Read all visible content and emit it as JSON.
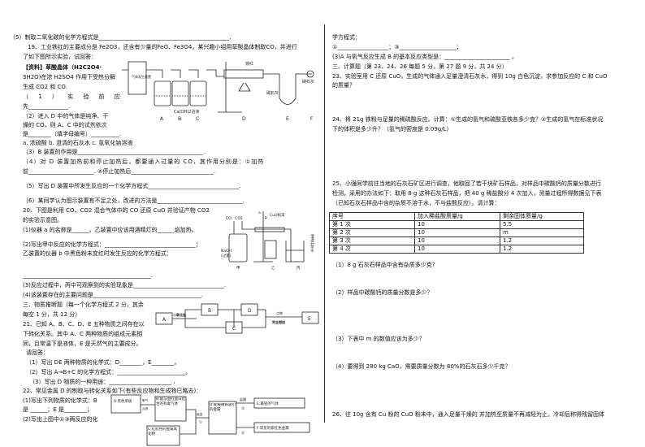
{
  "left": {
    "q18_5": "（5）制取二氧化碳的化学方程式是______________________________________________.",
    "q19": "19、工业铁红的主要成分是 Fe2O3，还含有少量的FeO、Fe3O4，某兴趣小组用草酸晶体制取CO，并进行",
    "q19b": "了如下图所示实验，试回答：",
    "info1": "【资料】草酸晶体（H2C2O4·",
    "info2": "3H2O)在浓 H2SO4 作用下受热分解",
    "info3": "生成 CO2 和 CO.",
    "p1a": "（ 1 ） 实 验 前 应",
    "p1b": "先______________.",
    "p2a": "（2）进入 D 中的气体是纯净、干",
    "p2b": "燥的 CO，则 A、C 中的试剂依次",
    "p2c": "是________（填字母编号）__________.",
    "p2d": "a. 浓硫酸    b. 澄清的石灰水    c. 氢氧化钠溶液",
    "p3": "（3）B 装置的作用是____________________________________________ .",
    "p4a": "（4）对 D 装置加热前和停止加热后，都要通入过量的 CO，其作用分别是：①加热",
    "p4b": "前_______________________. ②停止加热后_____________________________.",
    "p5": "（5）写出 D 装置中所发生反应的一个化学方程式________________________________.",
    "p6": "（6）某同学认为图示装置有不足之处，改进的方法是______________________________.",
    "q20a": "20、下图是利用 CO、CO2 混合气体中的 CO 还原 CuO 并验证产物 CO2",
    "q20b": "的实验示意图。",
    "q20_1": "(1)仪器 a 的名称是______。乙装置中应该用酒精灯的______焰加热。",
    "q20_2": "(2)写出甲中反应的化学方程式：________________________________；",
    "q20_2b": "乙装置的仪器 b 中黑色粉末变红时发生反应的化学方程式：",
    "q20_2c": "_____________________________________________.",
    "q20_3": "(3)反应过程中，丙中可观察到的实验现象是________________________________.",
    "q20_4": "(4)该装置存在的主要问题是______________________________________.",
    "sec3a": "三、物质推断题（每一个化学方程式 2 分，其余",
    "sec3b": "每空 1 分，共 12 分）",
    "q21a": "21、已知 A、B、C、D、E 五种物质之间存在以",
    "q21b": "下转化关系。其中 A、C 两种物质的组成元素相",
    "q21c": "同，且常温下是液体，E 是天然气的主要成分。",
    "q21d": "请回答：",
    "q21_1": "（1）写出 DE 两种物质的化学式：D________，E________。",
    "q21_2": "（2）写出 A→B+C 的化学方程式：________________________。",
    "q21_3": "（3）写出 D 物质的一种用途：______________________ .",
    "q22": "22、常见金属 D 的制取与转化关系如下(有些反应物和生成物已略去)：",
    "q22_1": "(1)写出下列物质的化学式：B",
    "q22_1b": "是 ______；E 是________；",
    "q22_2": "(2)写出上图中①③两反应的化"
  },
  "diagram19": {
    "box": "气体发生装置",
    "iron_red": "铁红",
    "limewater": "Ca(OH)2溶液",
    "soda_lime1": "碱石灰",
    "soda_lime2": "碱石灰",
    "labels": [
      "A",
      "B",
      "C",
      "D",
      "E",
      "F"
    ]
  },
  "diagram20": {
    "gas": "CO、CO2",
    "a": "a",
    "b": "b",
    "cuo": "CuO粉末",
    "naoh": "NaOH",
    "excess": "(过量)",
    "lime": "澄清石灰水",
    "labels": [
      "甲",
      "乙",
      "丙"
    ]
  },
  "diagram21": {
    "nodes": [
      "A",
      "B",
      "C",
      "D",
      "E"
    ],
    "mno2": "二氧化锰",
    "ignite": "点燃",
    "complete": "完全燃烧"
  },
  "diagram22": {
    "a": "A:黑色单质",
    "b": "B:能与血红蛋白结合的有毒气体",
    "c": "C:红棕色的金属氧化物",
    "d": "D:能被磁铁吸引的金属",
    "e": "E:最轻的气体",
    "f": "F:常见的紫红色金属",
    "o2": "氧气",
    "ignite": "点燃",
    "high_temp": "高温",
    "hcl": "盐酸",
    "n1": "①",
    "n2": "②",
    "n3": "③"
  },
  "right": {
    "r1": "学方程式：",
    "r2": "①__________________；③____________________；",
    "r3": "(3)A 与氧气反应生成 B 的基本反应类型是：_______________________ 。",
    "sec": "三、计算题（第 23、24、26 每题 5 分，第 27 题 9 分，共 24 分）",
    "q23a": "23、实验室用 C 还原 CuO，生成的气体通入足量澄清石灰水，得到 10g 白色沉淀，求参加反应的 C 和 CuO",
    "q23b": "的质量？",
    "q24a": "24、将 21g 铁粉与足量的稀硫酸反应。计算：①生成的氢气和硫酸亚铁各多少克？②生成的氢气在标准状况",
    "q24b": "下的体积是多少升？（氢气的密度是 0.09g/L）",
    "q25a": "25、小强同学前往当地的石灰石矿区进行调查，他取回了若干块矿石样品，对样品中碳酸钙的质量分数进行",
    "q25b": "检测，采用的办法如下：取用 8 g 这种石灰石样品，把 40 g 稀盐酸分 4 次加入，测量过程所得数据见下表",
    "q25c": "（已知石灰石样品中含的杂质不溶于水，不与盐酸反应）。请计算：",
    "q25_1": "（1）8 g 石灰石样品中含有杂质多少克？",
    "q25_2": "（2）样品中碳酸钙的质量分数是多少？",
    "q25_3": "（3）下表中 m 的数值应该为多少？",
    "q25_4": "（4）要得到 280 kg CaO，需要质量分数为 80%的石灰石多少千克？",
    "q26": "26、往 10g 含有 Cu 粉的 CuO 粉末中，通入足量干燥的 并加热至质量不再减轻为止，冷却后称得残留固体"
  },
  "table": {
    "headers": [
      "序号",
      "加入稀盐酸质量/g",
      "剩余固体质量/g"
    ],
    "rows": [
      [
        "第 1 次",
        "10",
        "5.5"
      ],
      [
        "第 2 次",
        "10",
        "m"
      ],
      [
        "第 3 次",
        "10",
        "1.2"
      ],
      [
        "第 4 次",
        "10",
        "1.2"
      ]
    ]
  }
}
